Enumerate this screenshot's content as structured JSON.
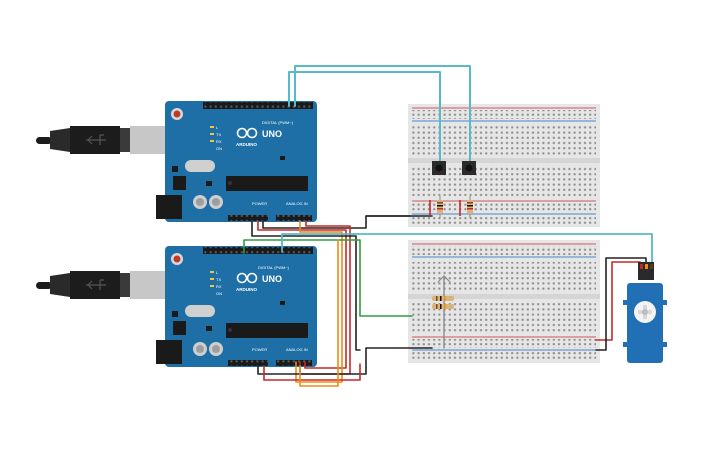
{
  "colors": {
    "board": "#1d6fa5",
    "board_dark": "#155a87",
    "breadboard": "#e8e8e8",
    "wire_cyan": "#58b9c8",
    "wire_red": "#c62828",
    "wire_black": "#222222",
    "wire_orange": "#ef8a17",
    "wire_green": "#2e9e44",
    "servo": "#2170b5",
    "usb_cable": "#1c1c1c"
  },
  "board_top": {
    "logo_text": "UNO",
    "brand_text": "ARDUINO",
    "digital_label": "DIGITAL (PWM~)",
    "power_label": "POWER",
    "analog_label": "ANALOG IN",
    "tx_label": "TX",
    "rx_label": "RX",
    "l_label": "L",
    "on_label": "ON"
  },
  "board_bottom": {
    "logo_text": "UNO",
    "brand_text": "ARDUINO",
    "digital_label": "DIGITAL (PWM~)",
    "power_label": "POWER",
    "analog_label": "ANALOG IN",
    "tx_label": "TX",
    "rx_label": "RX",
    "l_label": "L",
    "on_label": "ON"
  },
  "icons": {
    "usb": "usb-plug-icon",
    "servo": "servo-motor-icon",
    "button": "pushbutton-icon",
    "resistor": "resistor-icon"
  }
}
